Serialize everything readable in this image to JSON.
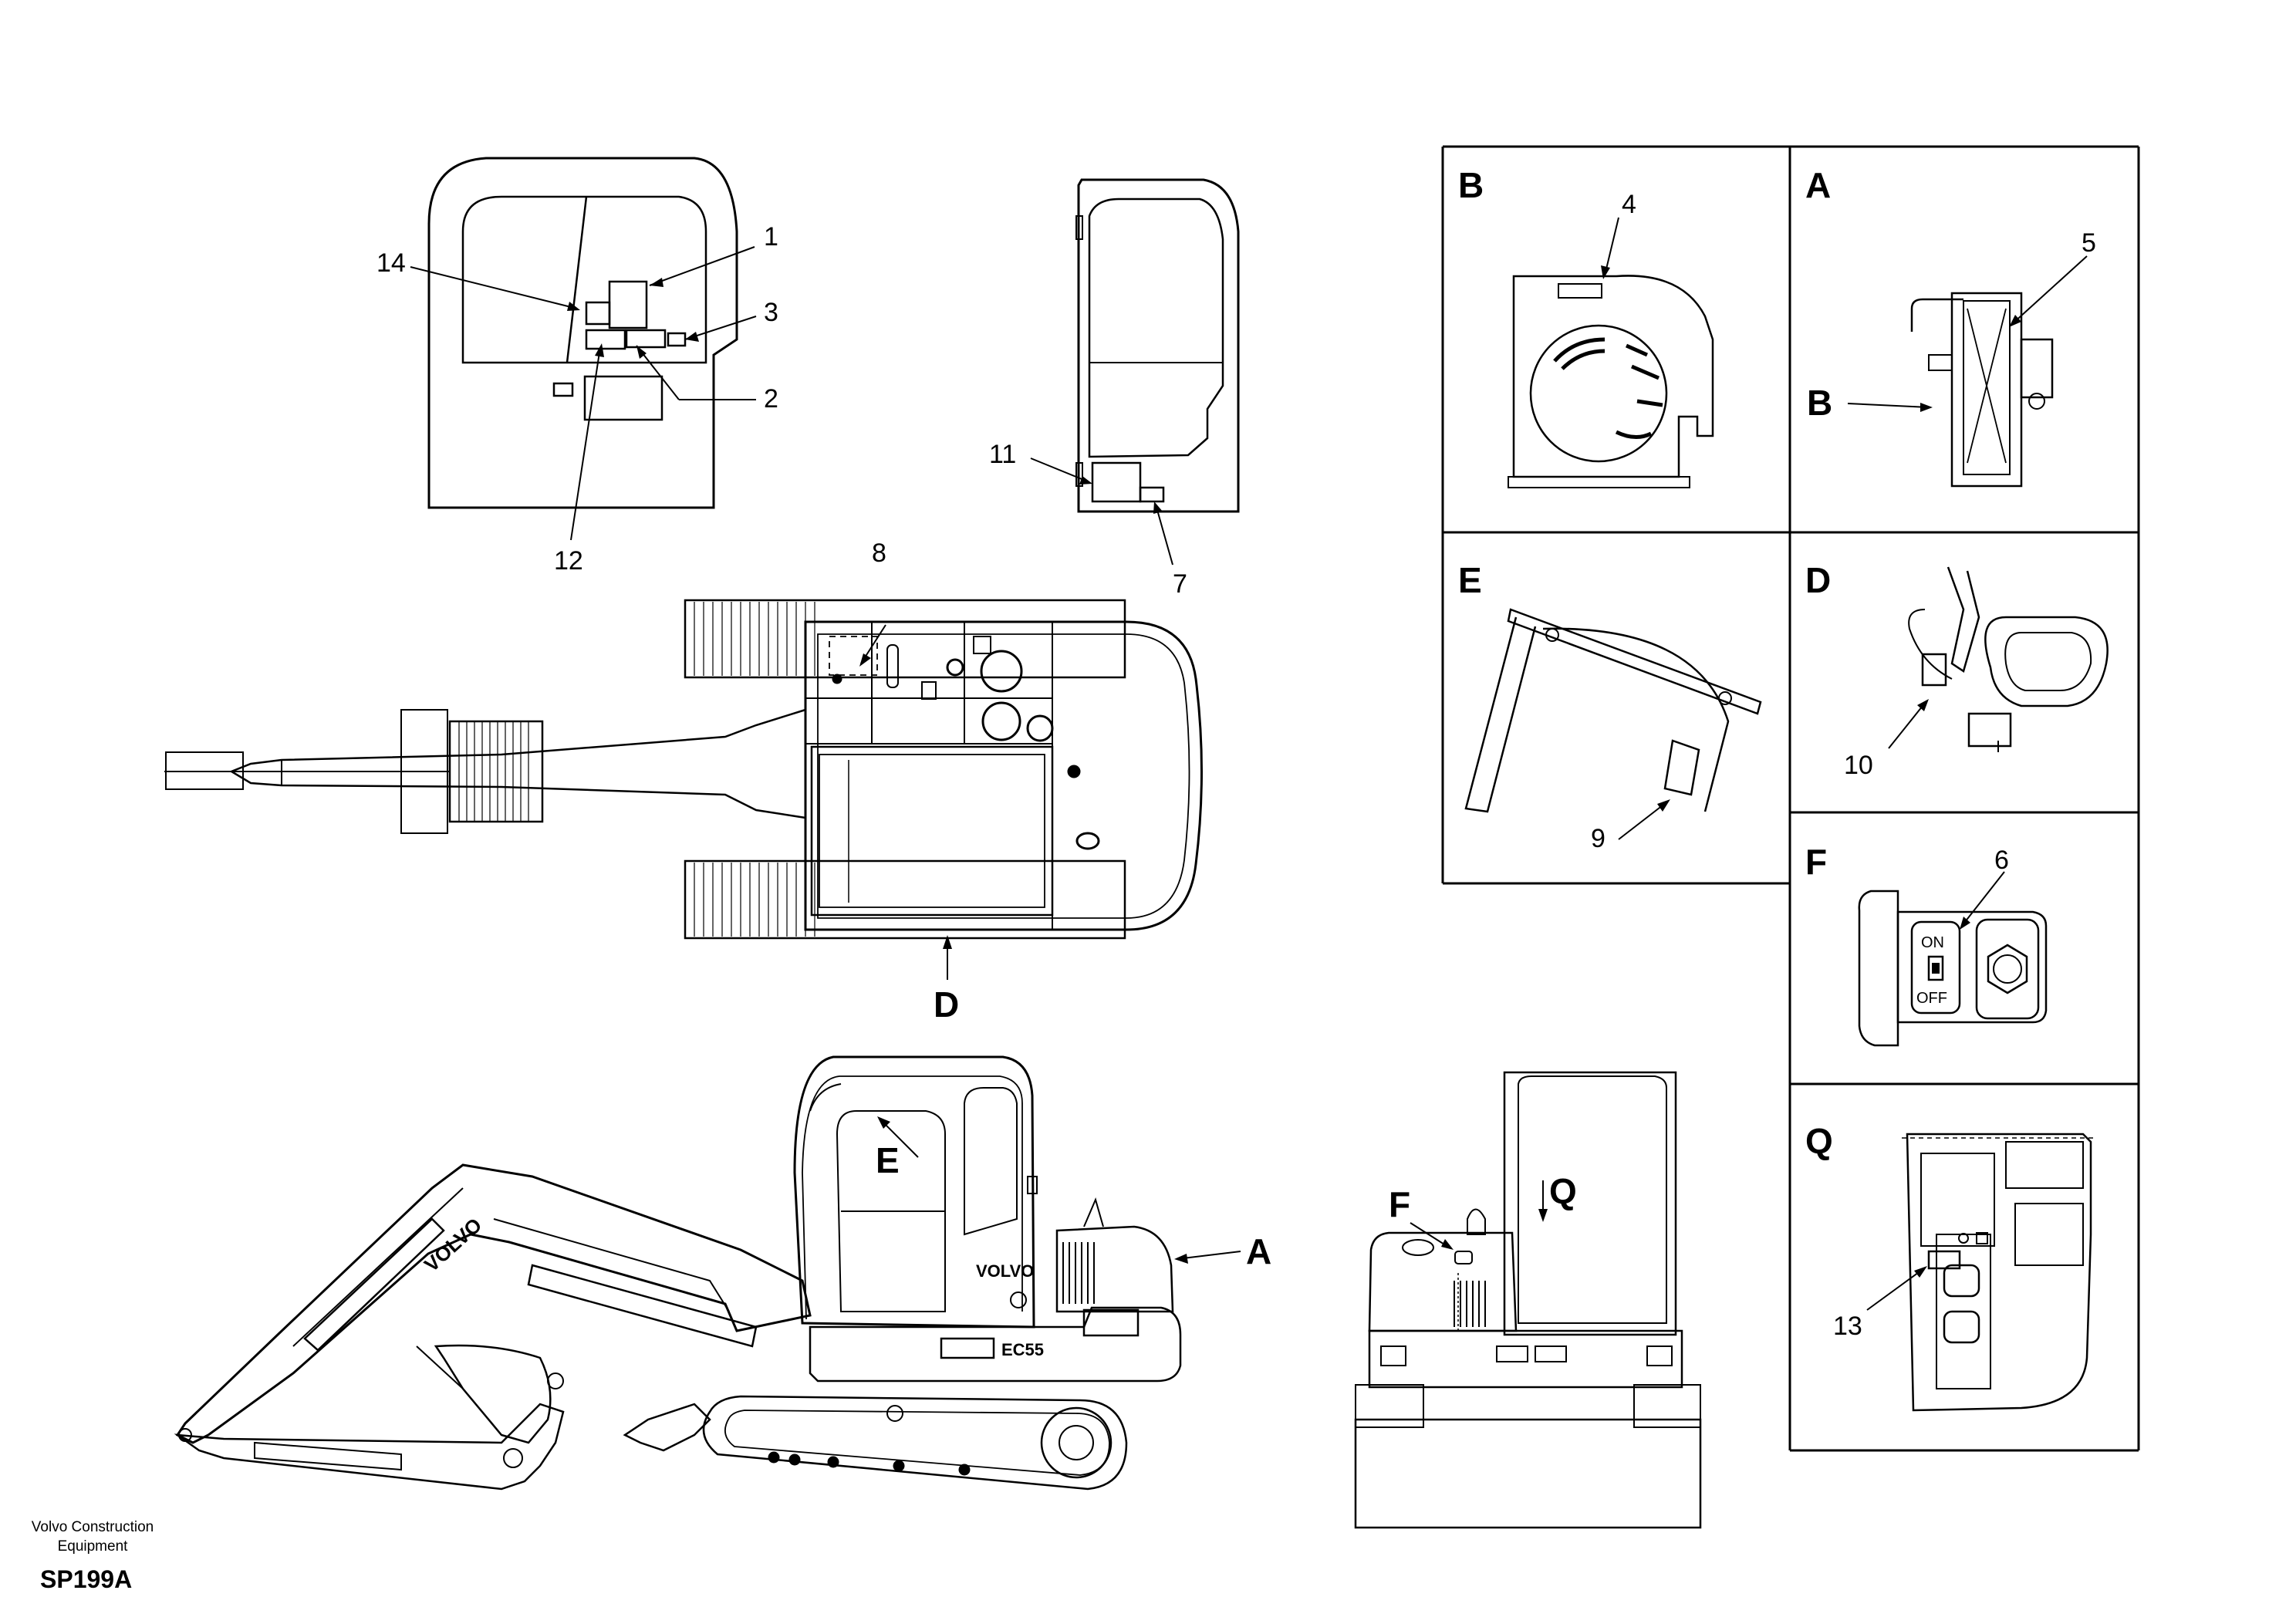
{
  "callouts": {
    "c1": "1",
    "c2": "2",
    "c3": "3",
    "c4": "4",
    "c5": "5",
    "c6": "6",
    "c7": "7",
    "c8": "8",
    "c9": "9",
    "c10": "10",
    "c11": "11",
    "c12": "12",
    "c13": "13",
    "c14": "14"
  },
  "view_letters": {
    "B_panel": "B",
    "A_panel": "A",
    "E_panel": "E",
    "D_panel": "D",
    "F_panel": "F",
    "Q_panel": "Q",
    "B_arrow": "B",
    "D_arrow": "D",
    "E_arrow": "E",
    "A_arrow": "A",
    "F_arrow": "F",
    "Q_arrow": "Q"
  },
  "switch": {
    "on": "ON",
    "off": "OFF"
  },
  "machine_text": {
    "boom_brand": "VOLVO",
    "cab_brand": "VOLVO",
    "model": "EC55"
  },
  "footer": {
    "company_line1": "Volvo Construction",
    "company_line2": "Equipment",
    "drawing_code": "SP199A"
  },
  "colors": {
    "line": "#000000",
    "background": "#ffffff"
  }
}
